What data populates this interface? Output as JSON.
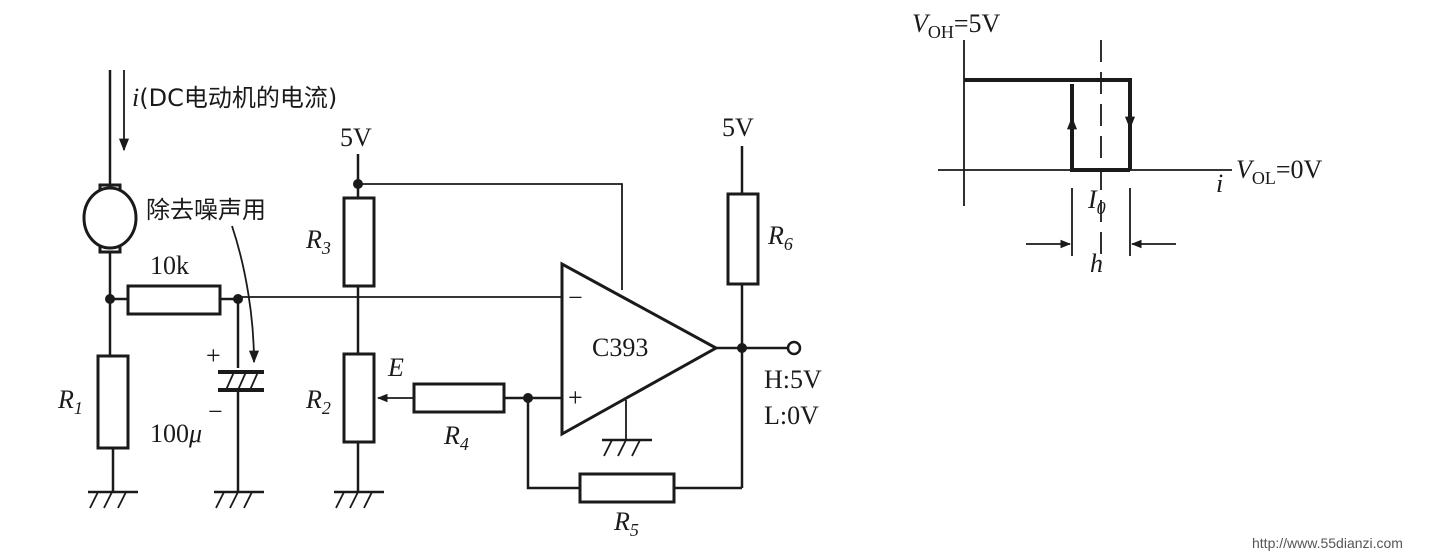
{
  "current_label": {
    "prefix": "i",
    "text": "(DC电动机的电流)"
  },
  "noise_label": "除去噪声用",
  "resistor_10k": "10k",
  "cap_value": {
    "num": "100",
    "unit": "μ"
  },
  "cap_plus": "+",
  "cap_minus": "−",
  "supply_left": "5V",
  "supply_right": "5V",
  "r1": {
    "name": "R",
    "sub": "1"
  },
  "r2": {
    "name": "R",
    "sub": "2"
  },
  "r3": {
    "name": "R",
    "sub": "3"
  },
  "r4": {
    "name": "R",
    "sub": "4"
  },
  "r5": {
    "name": "R",
    "sub": "5"
  },
  "r6": {
    "name": "R",
    "sub": "6"
  },
  "node_e": "E",
  "comparator": {
    "name": "C393",
    "minus": "−",
    "plus": "+"
  },
  "output": {
    "high": "H:5V",
    "low": "L:0V"
  },
  "hysteresis": {
    "voh": {
      "name": "V",
      "sub": "OH",
      "value": "=5V"
    },
    "vol": {
      "name": "V",
      "sub": "OL",
      "value": "=0V"
    },
    "x_axis": "i",
    "i0": {
      "name": "I",
      "sub": "0"
    },
    "h": "h"
  },
  "watermark": "http://www.55dianzi.com"
}
